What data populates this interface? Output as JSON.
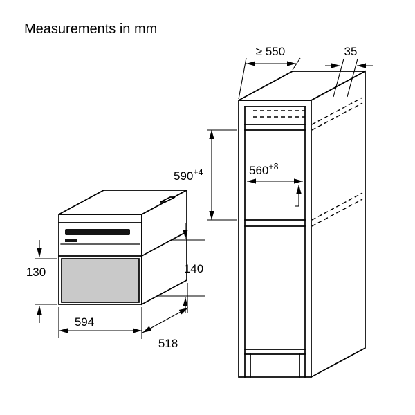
{
  "title": "Measurements in mm",
  "units": "mm",
  "colors": {
    "line": "#000000",
    "background": "#ffffff",
    "drawer_fill": "#c9c9c9",
    "handle_fill": "#141414"
  },
  "appliance": {
    "drawer_height": {
      "label": "130"
    },
    "niche_height": {
      "label": "140"
    },
    "width": {
      "label": "594"
    },
    "depth": {
      "label": "518"
    }
  },
  "cabinet": {
    "depth": {
      "label": "≥ 550"
    },
    "rear_clearance": {
      "label": "35"
    },
    "niche_height": {
      "base": "590",
      "tolerance": "+4"
    },
    "niche_width": {
      "base": "560",
      "tolerance": "+8"
    }
  }
}
